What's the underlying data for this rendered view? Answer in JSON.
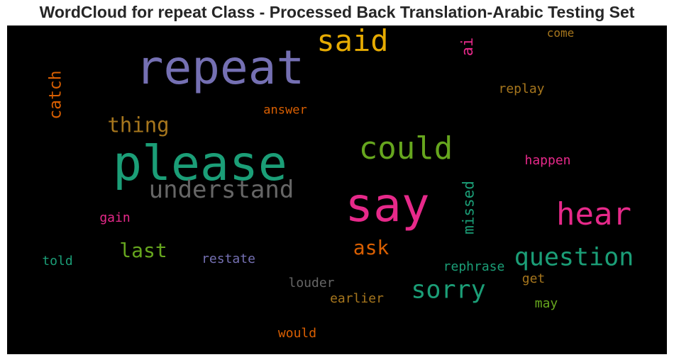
{
  "title": "WordCloud for repeat Class - Processed Back Translation-Arabic Testing Set",
  "words": [
    {
      "text": "repeat",
      "color": "#7570b3"
    },
    {
      "text": "said",
      "color": "#e6ab02"
    },
    {
      "text": "ai",
      "color": "#e7298a"
    },
    {
      "text": "come",
      "color": "#a6761d"
    },
    {
      "text": "replay",
      "color": "#a6761d"
    },
    {
      "text": "catch",
      "color": "#d95f02"
    },
    {
      "text": "answer",
      "color": "#d95f02"
    },
    {
      "text": "thing",
      "color": "#a6761d"
    },
    {
      "text": "please",
      "color": "#1b9e77"
    },
    {
      "text": "could",
      "color": "#66a61e"
    },
    {
      "text": "happen",
      "color": "#e7298a"
    },
    {
      "text": "understand",
      "color": "#666666"
    },
    {
      "text": "say",
      "color": "#e7298a"
    },
    {
      "text": "hear",
      "color": "#e7298a"
    },
    {
      "text": "missed",
      "color": "#1b9e77"
    },
    {
      "text": "gain",
      "color": "#e7298a"
    },
    {
      "text": "last",
      "color": "#66a61e"
    },
    {
      "text": "ask",
      "color": "#d95f02"
    },
    {
      "text": "question",
      "color": "#1b9e77"
    },
    {
      "text": "told",
      "color": "#1b9e77"
    },
    {
      "text": "restate",
      "color": "#7570b3"
    },
    {
      "text": "rephrase",
      "color": "#1b9e77"
    },
    {
      "text": "louder",
      "color": "#666666"
    },
    {
      "text": "sorry",
      "color": "#1b9e77"
    },
    {
      "text": "get",
      "color": "#a6761d"
    },
    {
      "text": "earlier",
      "color": "#a6761d"
    },
    {
      "text": "may",
      "color": "#66a61e"
    },
    {
      "text": "would",
      "color": "#d95f02"
    }
  ]
}
